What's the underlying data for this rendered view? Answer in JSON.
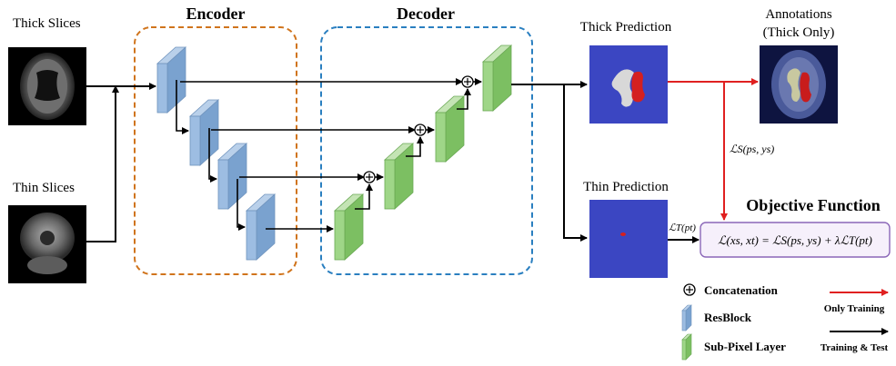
{
  "labels": {
    "thick_slices": "Thick Slices",
    "thin_slices": "Thin Slices",
    "encoder": "Encoder",
    "decoder": "Decoder",
    "thick_prediction": "Thick Prediction",
    "annotations_line1": "Annotations",
    "annotations_line2": "(Thick Only)",
    "thin_prediction": "Thin Prediction",
    "objective_function": "Objective Function",
    "loss_s": "ℒS(ps, ys)",
    "loss_t": "ℒT(pt)",
    "objective_formula": "ℒ(xs, xt) = ℒS(ps, ys) + λℒT(pt)"
  },
  "legend": {
    "concatenation": "Concatenation",
    "resblock": "ResBlock",
    "subpixel": "Sub-Pixel Layer",
    "only_training": "Only Training",
    "training_test": "Training & Test"
  },
  "colors": {
    "encoder_border": "#d0741c",
    "decoder_border": "#2a7fc0",
    "resblock": "#8fb4dc",
    "subpixel": "#8fcf78",
    "prediction_bg": "#3b46c2",
    "only_training_arrow": "#e02020",
    "training_test_arrow": "#000000",
    "objective_box_border": "#8a66b8"
  }
}
